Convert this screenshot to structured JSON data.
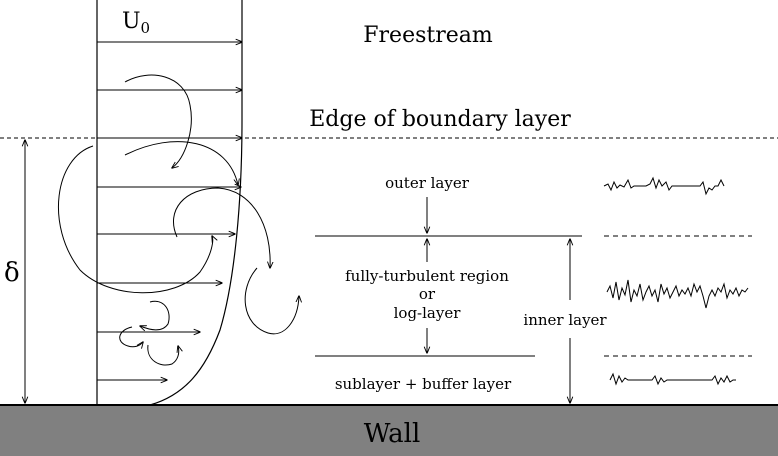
{
  "labels": {
    "u0": "U",
    "u0_sub": "0",
    "freestream": "Freestream",
    "edge": "Edge of boundary layer",
    "delta": "δ",
    "outer_layer": "outer layer",
    "fully_turbulent_1": "fully-turbulent region",
    "fully_turbulent_or": "or",
    "fully_turbulent_2": "log-layer",
    "inner_layer": "inner layer",
    "sublayer": "sublayer + buffer layer",
    "wall": "Wall"
  },
  "colors": {
    "wall": "#808080",
    "line": "#000000",
    "background": "#ffffff"
  }
}
